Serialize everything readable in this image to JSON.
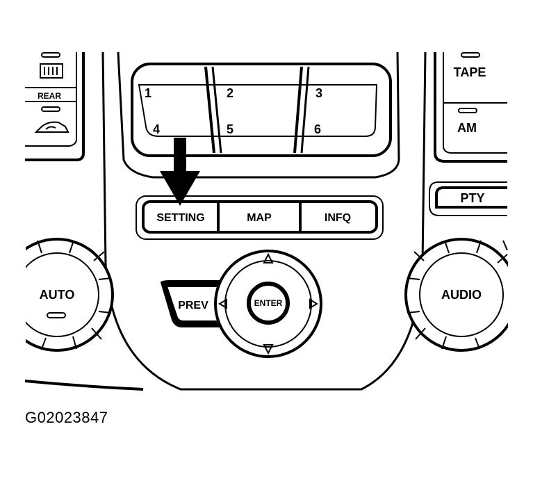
{
  "presets": [
    "1",
    "2",
    "3",
    "4",
    "5",
    "6"
  ],
  "left_panel": {
    "rear_label": "REAR",
    "defrost_icon": "rear-defrost-icon",
    "recirc_icon": "air-recirculation-icon"
  },
  "right_panel": {
    "tape_label": "TAPE",
    "am_label": "AM",
    "pty_label": "PTY"
  },
  "menu_buttons": {
    "setting": "SETTING",
    "map": "MAP",
    "info": "INFQ"
  },
  "controls": {
    "auto": "AUTO",
    "prev": "PREV",
    "enter": "ENTER",
    "audio": "AUDIO"
  },
  "figure_id": "G02023847"
}
